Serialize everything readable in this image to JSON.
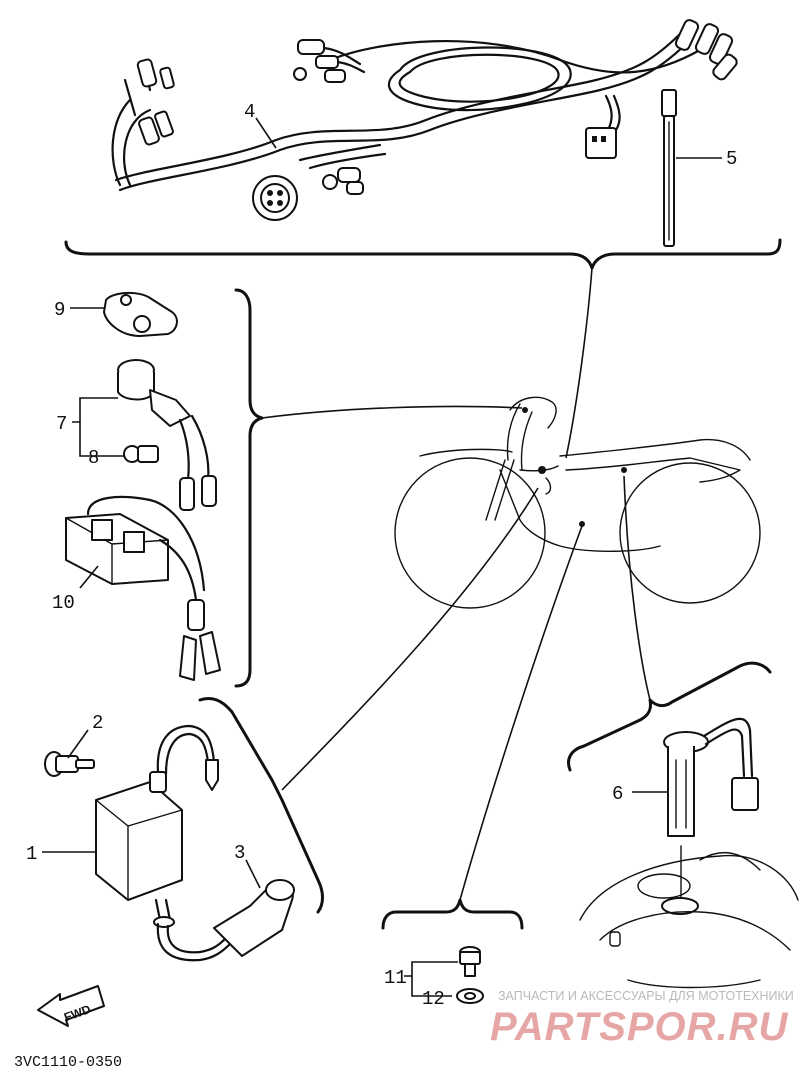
{
  "parts": [
    {
      "id": "1",
      "name": "ignition-coil"
    },
    {
      "id": "2",
      "name": "coil-bolt"
    },
    {
      "id": "3",
      "name": "spark-plug-cap"
    },
    {
      "id": "4",
      "name": "wire-harness"
    },
    {
      "id": "5",
      "name": "cable-band"
    },
    {
      "id": "6",
      "name": "fuel-sender"
    },
    {
      "id": "7",
      "name": "meter-lamp-socket"
    },
    {
      "id": "8",
      "name": "bulb"
    },
    {
      "id": "9",
      "name": "bracket-plate"
    },
    {
      "id": "10",
      "name": "rectifier-regulator"
    },
    {
      "id": "11",
      "name": "screw"
    },
    {
      "id": "12",
      "name": "washer"
    }
  ],
  "diagram_code": "3VC1110-0350",
  "direction_label": "FWD",
  "watermark": {
    "line1": "ЗАПЧАСТИ И АКСЕССУАРЫ ДЛЯ МОТОТЕХНИКИ",
    "line2": "PARTSPOR.RU"
  }
}
